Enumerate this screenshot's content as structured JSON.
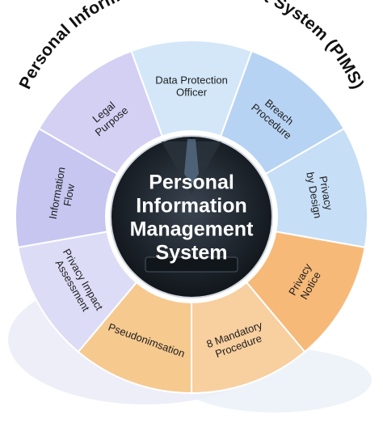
{
  "diagram": {
    "arc_title": "Personal Information Management System (PIMS)",
    "center": {
      "lines": [
        "Personal",
        "Information",
        "Management",
        "System"
      ]
    },
    "segments": [
      {
        "label_lines": [
          "Data Protection",
          "Officer"
        ],
        "color": "#d3e7f8"
      },
      {
        "label_lines": [
          "Breach",
          "Procedure"
        ],
        "color": "#b7d3f3"
      },
      {
        "label_lines": [
          "Privacy",
          "by Design"
        ],
        "color": "#c6def6"
      },
      {
        "label_lines": [
          "Privacy",
          "Notice"
        ],
        "color": "#f7b978"
      },
      {
        "label_lines": [
          "8 Mandatory",
          "Procedure"
        ],
        "color": "#f8cf9f"
      },
      {
        "label_lines": [
          "Pseudonimsation"
        ],
        "color": "#f6c98f"
      },
      {
        "label_lines": [
          "Privacy Impact",
          "Assessment"
        ],
        "color": "#dcdcf6"
      },
      {
        "label_lines": [
          "Information",
          "Flow"
        ],
        "color": "#c6c6f1"
      },
      {
        "label_lines": [
          "Legal",
          "Purpose"
        ],
        "color": "#d3d0f4"
      }
    ]
  }
}
